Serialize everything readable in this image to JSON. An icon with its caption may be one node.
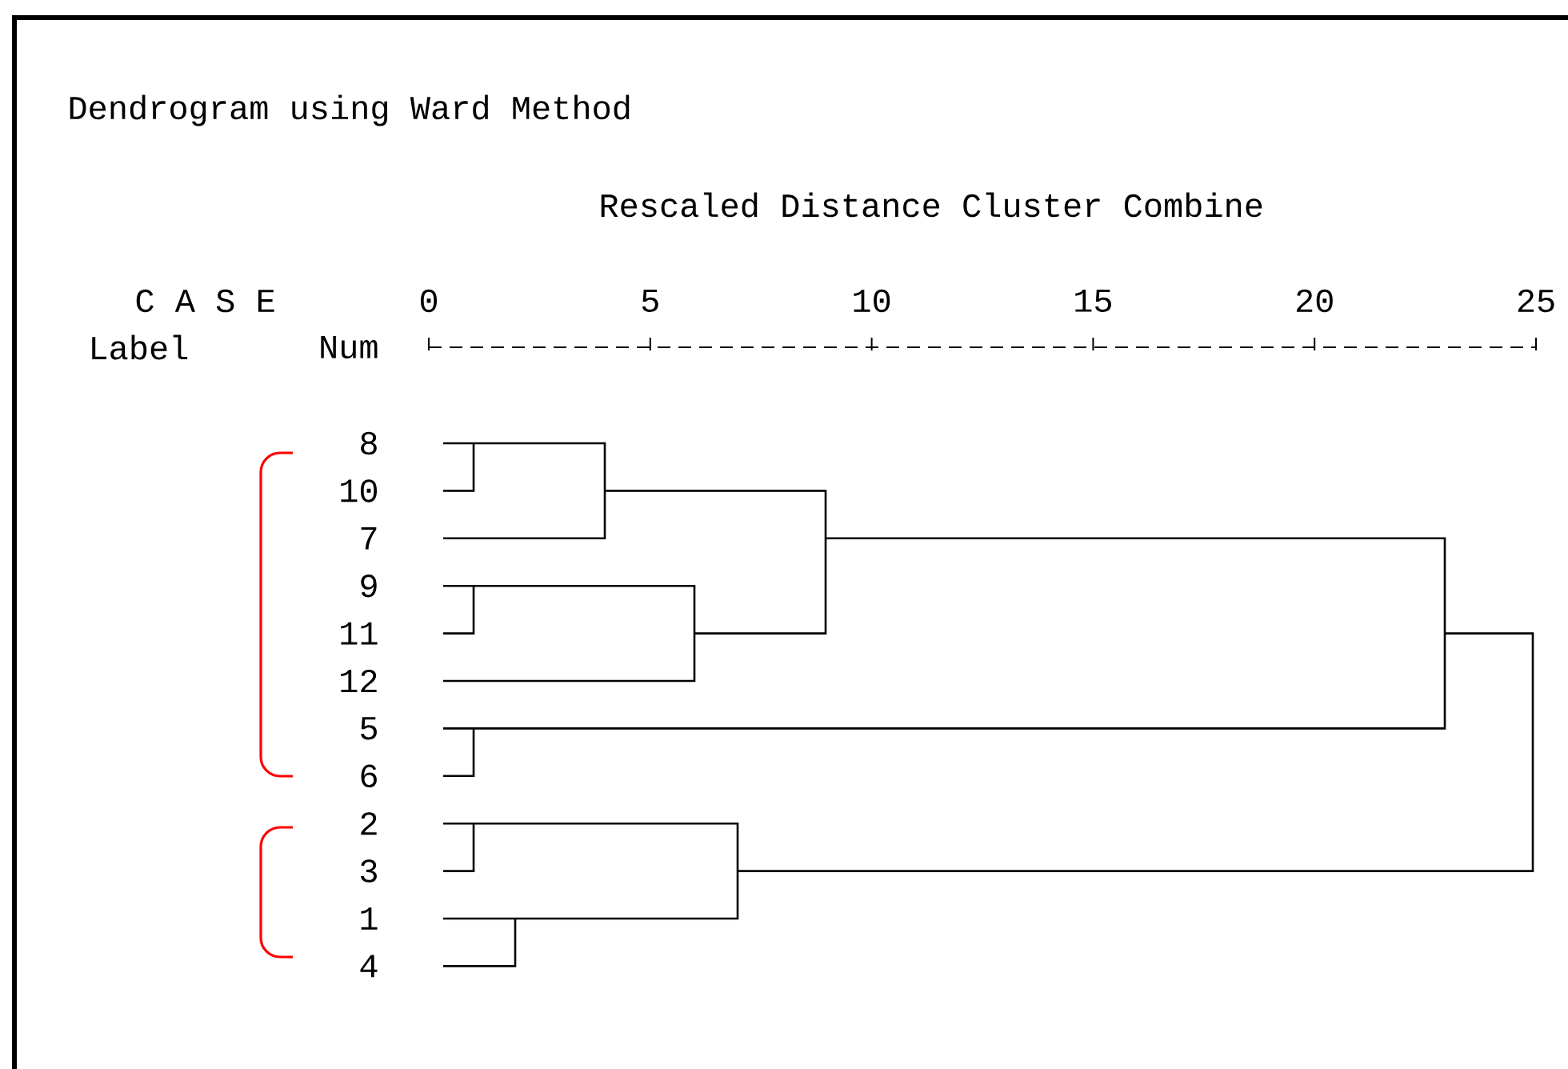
{
  "diagram": {
    "title": "Dendrogram using Ward Method",
    "labels": [
      "Rescaled Distance Cluster Combine",
      "C A S E",
      "0",
      "5",
      "10",
      "15",
      "20",
      "25",
      "Label",
      "Num",
      "8",
      "10",
      "7",
      "9",
      "11",
      "12",
      "5",
      "6",
      "2",
      "3",
      "1",
      "4"
    ]
  }
}
